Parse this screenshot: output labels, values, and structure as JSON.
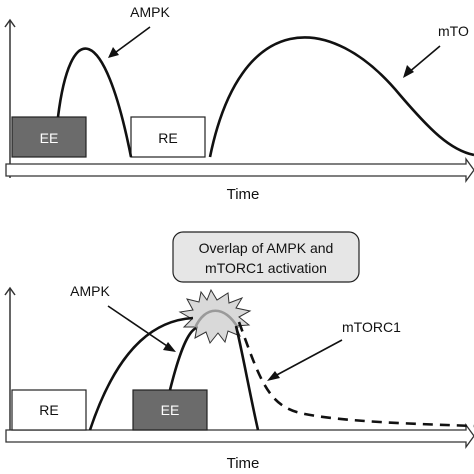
{
  "top_panel": {
    "curve1_label": "AMPK",
    "curve2_label": "mTO",
    "box_ee": "EE",
    "box_re": "RE",
    "axis_label": "Time"
  },
  "bottom_panel": {
    "callout_line1": "Overlap of AMPK and",
    "callout_line2": "mTORC1 activation",
    "curve1_label": "AMPK",
    "curve2_label": "mTORC1",
    "box_re": "RE",
    "box_ee": "EE",
    "axis_label": "Time"
  },
  "colors": {
    "ee_fill": "#6b6b6b",
    "re_fill": "#ffffff",
    "callout_fill": "#e6e6e6",
    "burst_fill": "#d9d9d9",
    "line": "#111111"
  }
}
